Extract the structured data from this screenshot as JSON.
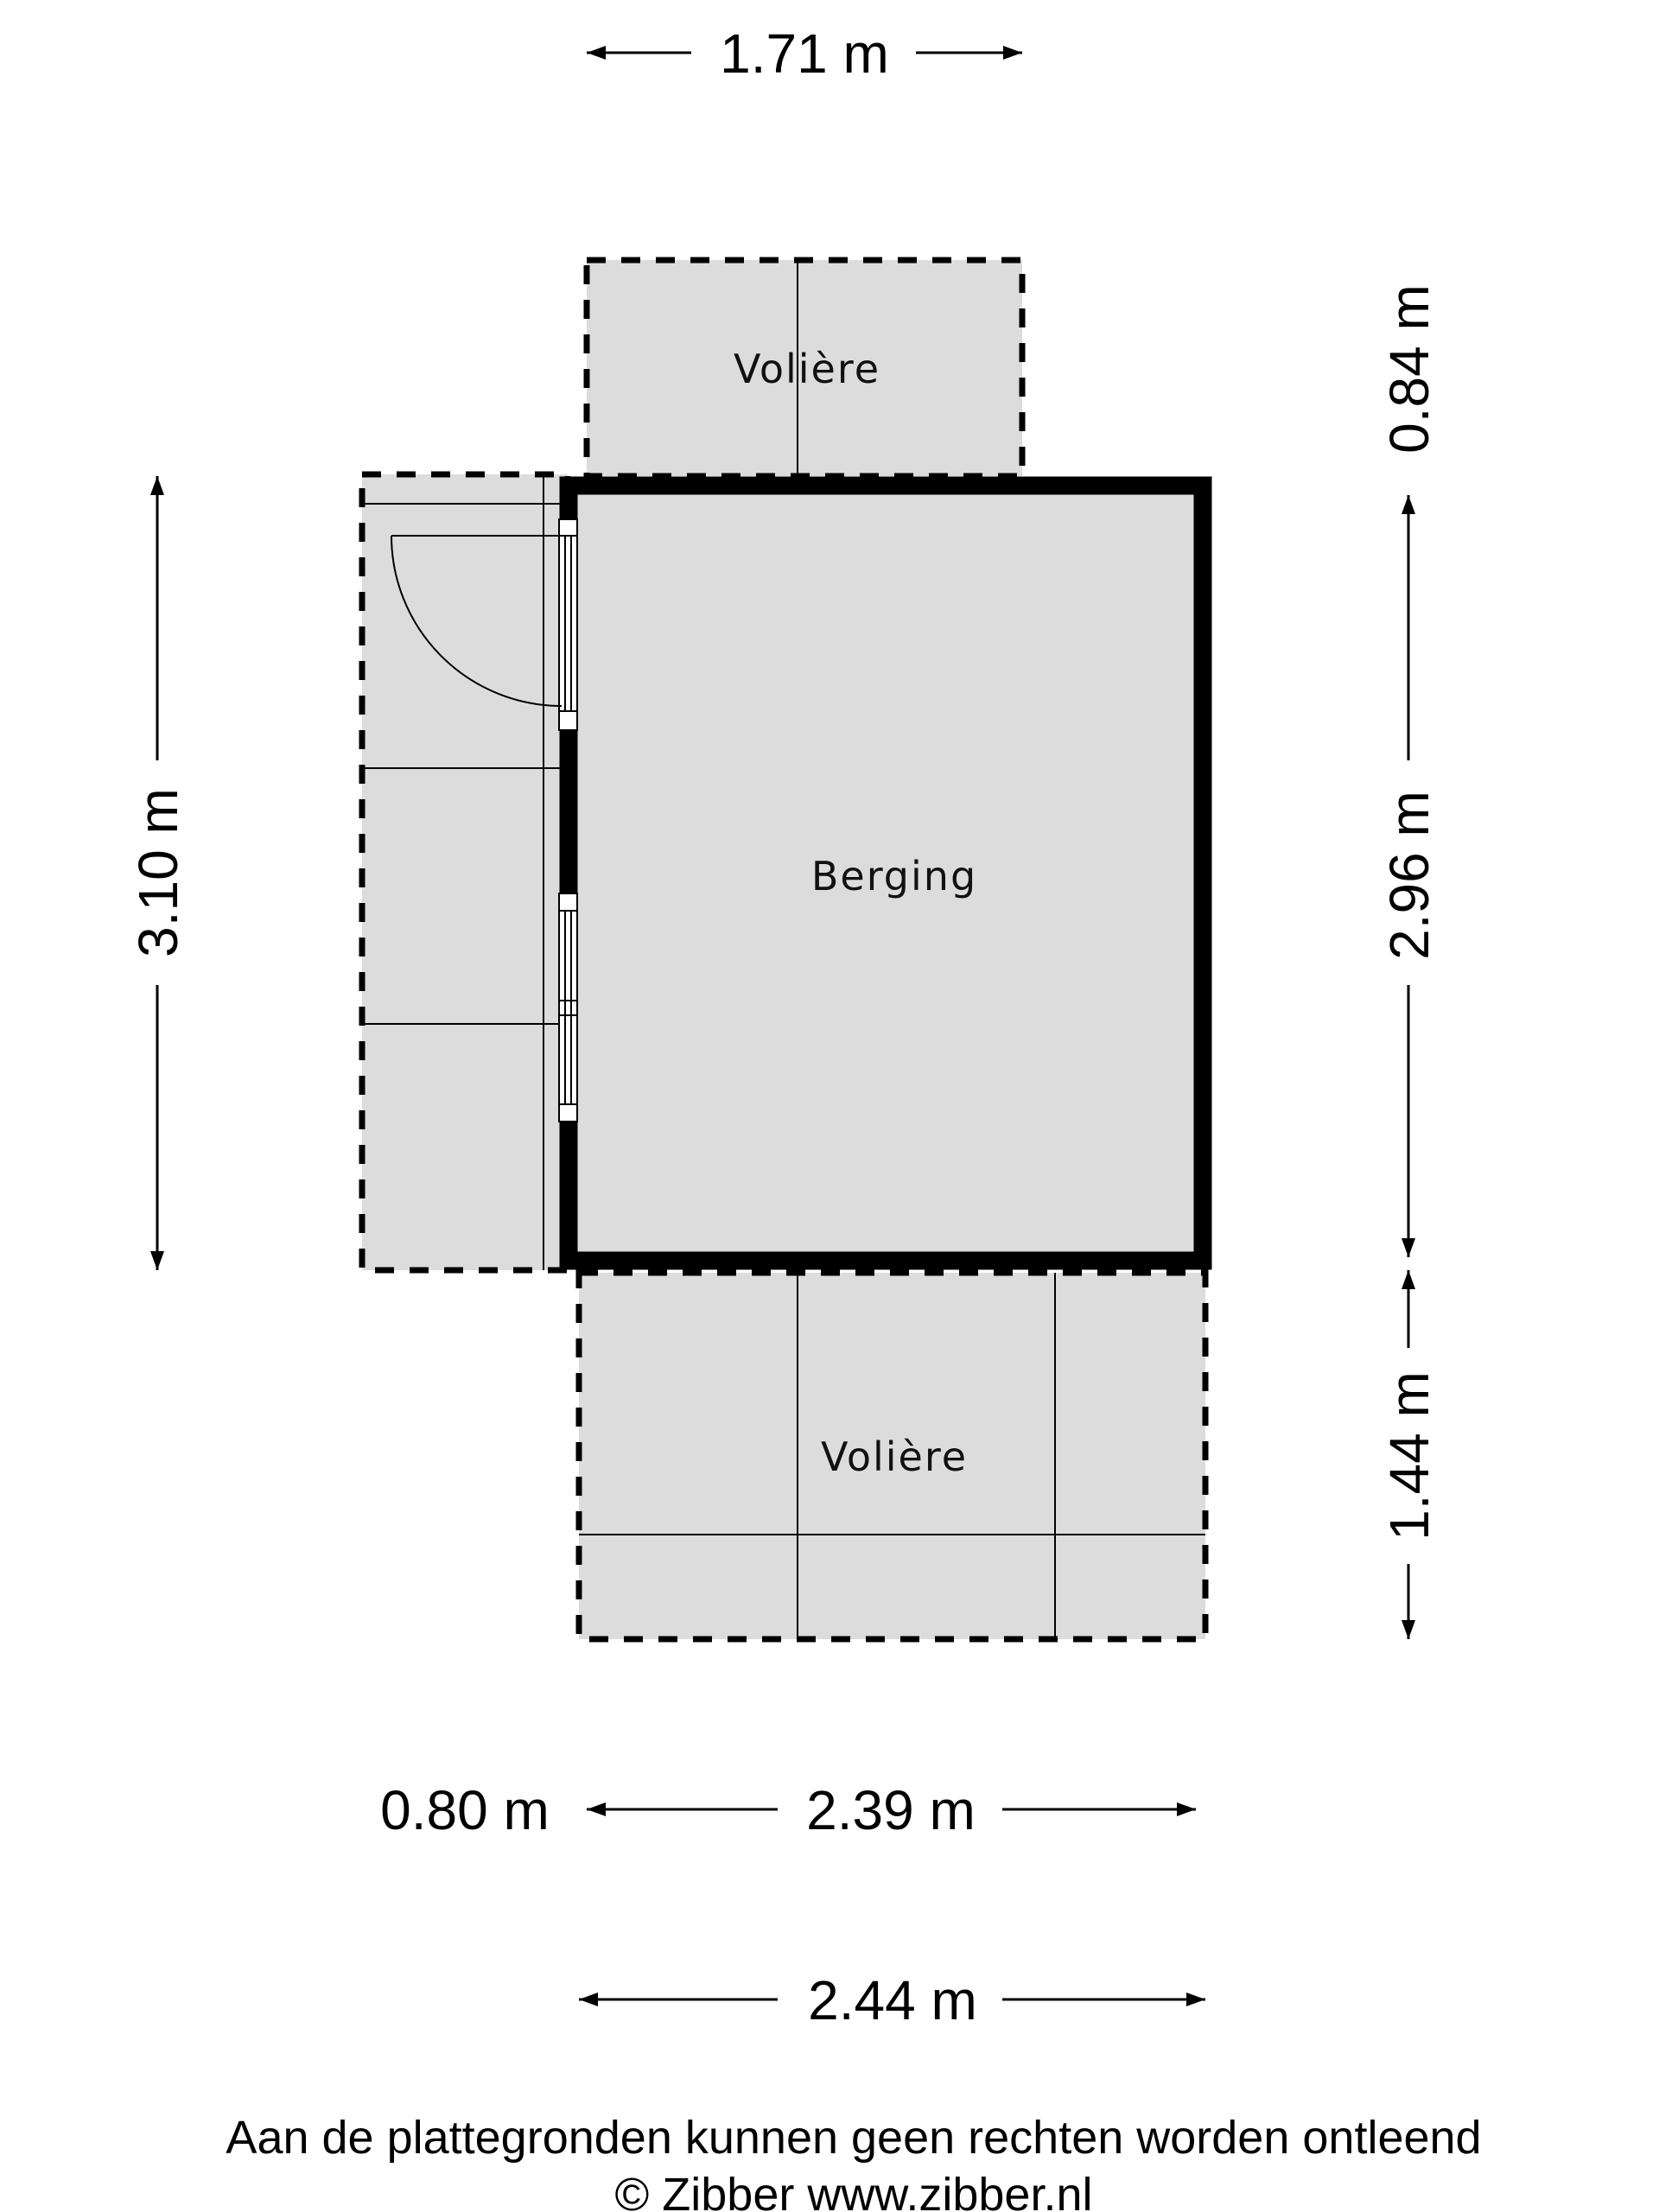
{
  "rooms": {
    "main": "Berging",
    "voliere_top": "Volière",
    "voliere_bottom": "Volière"
  },
  "dimensions": {
    "top_width": "1.71 m",
    "right_top": "0.84 m",
    "right_middle": "2.96 m",
    "right_bottom": "1.44 m",
    "left_height": "3.10 m",
    "bottom_left": "0.80 m",
    "bottom_inner": "2.39 m",
    "bottom_outer": "2.44 m"
  },
  "footer": {
    "disclaimer": "Aan de plattegronden kunnen geen rechten worden ontleend",
    "copyright": "© Zibber www.zibber.nl"
  }
}
